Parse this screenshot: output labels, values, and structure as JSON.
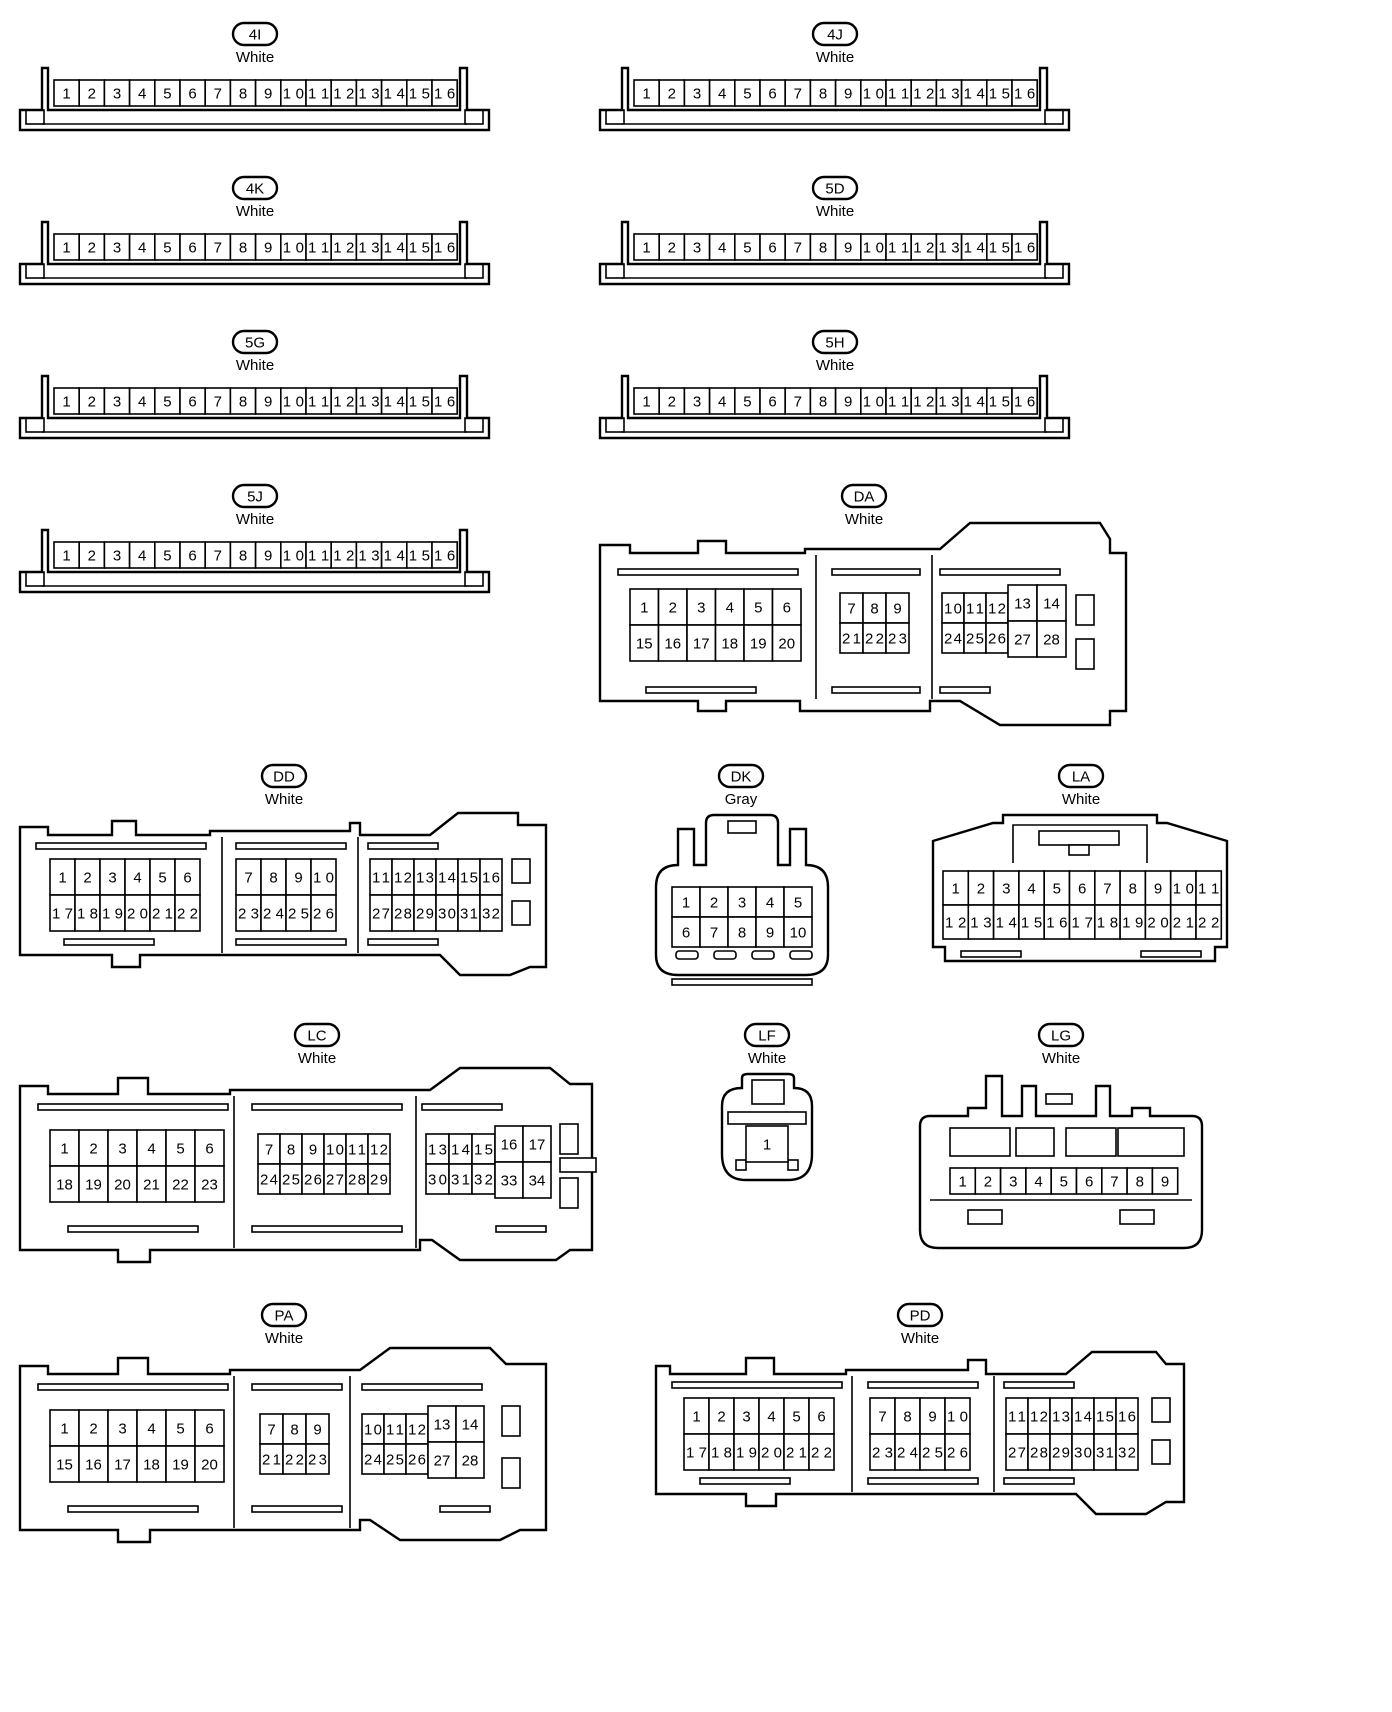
{
  "connectors": [
    {
      "id": "4I",
      "color": "White",
      "pins": [
        "1",
        "2",
        "3",
        "4",
        "5",
        "6",
        "7",
        "8",
        "9",
        "10",
        "11",
        "12",
        "13",
        "14",
        "15",
        "16"
      ]
    },
    {
      "id": "4J",
      "color": "White",
      "pins": [
        "1",
        "2",
        "3",
        "4",
        "5",
        "6",
        "7",
        "8",
        "9",
        "10",
        "11",
        "12",
        "13",
        "14",
        "15",
        "16"
      ]
    },
    {
      "id": "4K",
      "color": "White",
      "pins": [
        "1",
        "2",
        "3",
        "4",
        "5",
        "6",
        "7",
        "8",
        "9",
        "10",
        "11",
        "12",
        "13",
        "14",
        "15",
        "16"
      ]
    },
    {
      "id": "5D",
      "color": "White",
      "pins": [
        "1",
        "2",
        "3",
        "4",
        "5",
        "6",
        "7",
        "8",
        "9",
        "10",
        "11",
        "12",
        "13",
        "14",
        "15",
        "16"
      ]
    },
    {
      "id": "5G",
      "color": "White",
      "pins": [
        "1",
        "2",
        "3",
        "4",
        "5",
        "6",
        "7",
        "8",
        "9",
        "10",
        "11",
        "12",
        "13",
        "14",
        "15",
        "16"
      ]
    },
    {
      "id": "5H",
      "color": "White",
      "pins": [
        "1",
        "2",
        "3",
        "4",
        "5",
        "6",
        "7",
        "8",
        "9",
        "10",
        "11",
        "12",
        "13",
        "14",
        "15",
        "16"
      ]
    },
    {
      "id": "5J",
      "color": "White",
      "pins": [
        "1",
        "2",
        "3",
        "4",
        "5",
        "6",
        "7",
        "8",
        "9",
        "10",
        "11",
        "12",
        "13",
        "14",
        "15",
        "16"
      ]
    },
    {
      "id": "DA",
      "color": "White",
      "pins": [
        "1",
        "2",
        "3",
        "4",
        "5",
        "6",
        "7",
        "8",
        "9",
        "10",
        "11",
        "12",
        "13",
        "14",
        "15",
        "16",
        "17",
        "18",
        "19",
        "20",
        "21",
        "22",
        "23",
        "24",
        "25",
        "26",
        "27",
        "28"
      ]
    },
    {
      "id": "DD",
      "color": "White",
      "pins": [
        "1",
        "2",
        "3",
        "4",
        "5",
        "6",
        "7",
        "8",
        "9",
        "10",
        "11",
        "12",
        "13",
        "14",
        "15",
        "16",
        "17",
        "18",
        "19",
        "20",
        "21",
        "22",
        "23",
        "24",
        "25",
        "26",
        "27",
        "28",
        "29",
        "30",
        "31",
        "32"
      ]
    },
    {
      "id": "DK",
      "color": "Gray",
      "pins": [
        "1",
        "2",
        "3",
        "4",
        "5",
        "6",
        "7",
        "8",
        "9",
        "10"
      ]
    },
    {
      "id": "LA",
      "color": "White",
      "pins": [
        "1",
        "2",
        "3",
        "4",
        "5",
        "6",
        "7",
        "8",
        "9",
        "10",
        "11",
        "12",
        "13",
        "14",
        "15",
        "16",
        "17",
        "18",
        "19",
        "20",
        "21",
        "22"
      ]
    },
    {
      "id": "LC",
      "color": "White",
      "pins": [
        "1",
        "2",
        "3",
        "4",
        "5",
        "6",
        "7",
        "8",
        "9",
        "10",
        "11",
        "12",
        "13",
        "14",
        "15",
        "16",
        "17",
        "18",
        "19",
        "20",
        "21",
        "22",
        "23",
        "24",
        "25",
        "26",
        "27",
        "28",
        "29",
        "30",
        "31",
        "32",
        "33",
        "34"
      ]
    },
    {
      "id": "LF",
      "color": "White",
      "pins": [
        "1"
      ]
    },
    {
      "id": "LG",
      "color": "White",
      "pins": [
        "1",
        "2",
        "3",
        "4",
        "5",
        "6",
        "7",
        "8",
        "9"
      ]
    },
    {
      "id": "PA",
      "color": "White",
      "pins": [
        "1",
        "2",
        "3",
        "4",
        "5",
        "6",
        "7",
        "8",
        "9",
        "10",
        "11",
        "12",
        "13",
        "14",
        "15",
        "16",
        "17",
        "18",
        "19",
        "20",
        "21",
        "22",
        "23",
        "24",
        "25",
        "26",
        "27",
        "28"
      ]
    },
    {
      "id": "PD",
      "color": "White",
      "pins": [
        "1",
        "2",
        "3",
        "4",
        "5",
        "6",
        "7",
        "8",
        "9",
        "10",
        "11",
        "12",
        "13",
        "14",
        "15",
        "16",
        "17",
        "18",
        "19",
        "20",
        "21",
        "22",
        "23",
        "24",
        "25",
        "26",
        "27",
        "28",
        "29",
        "30",
        "31",
        "32"
      ]
    }
  ]
}
